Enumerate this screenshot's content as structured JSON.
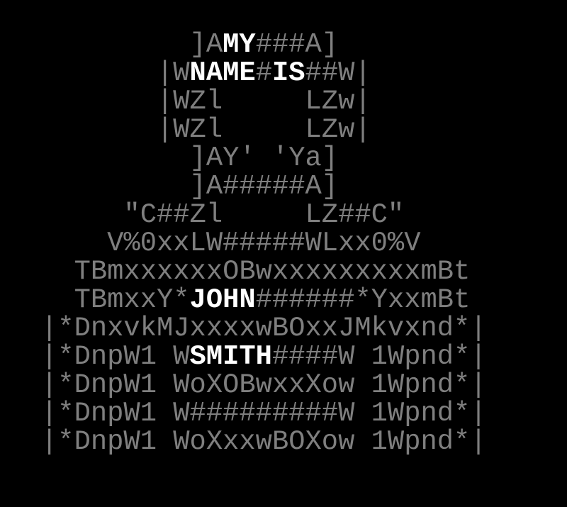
{
  "colors": {
    "background": "#000000",
    "text": "#7f7f7f",
    "highlight": "#ffffff"
  },
  "art_lines": [
    [
      {
        "t": "         ]A"
      },
      {
        "t": "MY",
        "hl": true
      },
      {
        "t": "###A]"
      }
    ],
    [
      {
        "t": "       |W"
      },
      {
        "t": "NAME",
        "hl": true
      },
      {
        "t": "#"
      },
      {
        "t": "IS",
        "hl": true
      },
      {
        "t": "##W|"
      }
    ],
    [
      {
        "t": "       |WZl     LZw|"
      }
    ],
    [
      {
        "t": "       |WZl     LZw|"
      }
    ],
    [
      {
        "t": "         ]AY' 'Ya]"
      }
    ],
    [
      {
        "t": "         ]A#####A]"
      }
    ],
    [
      {
        "t": "     \"C##Zl     LZ##C\""
      }
    ],
    [
      {
        "t": "    V%0xxLW#####WLxx0%V"
      }
    ],
    [
      {
        "t": "  TBmxxxxxxOBwxxxxxxxxxmBt"
      }
    ],
    [
      {
        "t": "  TBmxxY*"
      },
      {
        "t": "JOHN",
        "hl": true
      },
      {
        "t": "######*YxxmBt"
      }
    ],
    [
      {
        "t": "|*DnxvkMJxxxxwBOxxJMkvxnd*|"
      }
    ],
    [
      {
        "t": "|*DnpW1 W"
      },
      {
        "t": "SMITH",
        "hl": true
      },
      {
        "t": "####W 1Wpnd*|"
      }
    ],
    [
      {
        "t": "|*DnpW1 WoXOBwxxXow 1Wpnd*|"
      }
    ],
    [
      {
        "t": "|*DnpW1 W#########W 1Wpnd*|"
      }
    ],
    [
      {
        "t": "|*DnpW1 WoXxxwBOXow 1Wpnd*|"
      }
    ]
  ]
}
